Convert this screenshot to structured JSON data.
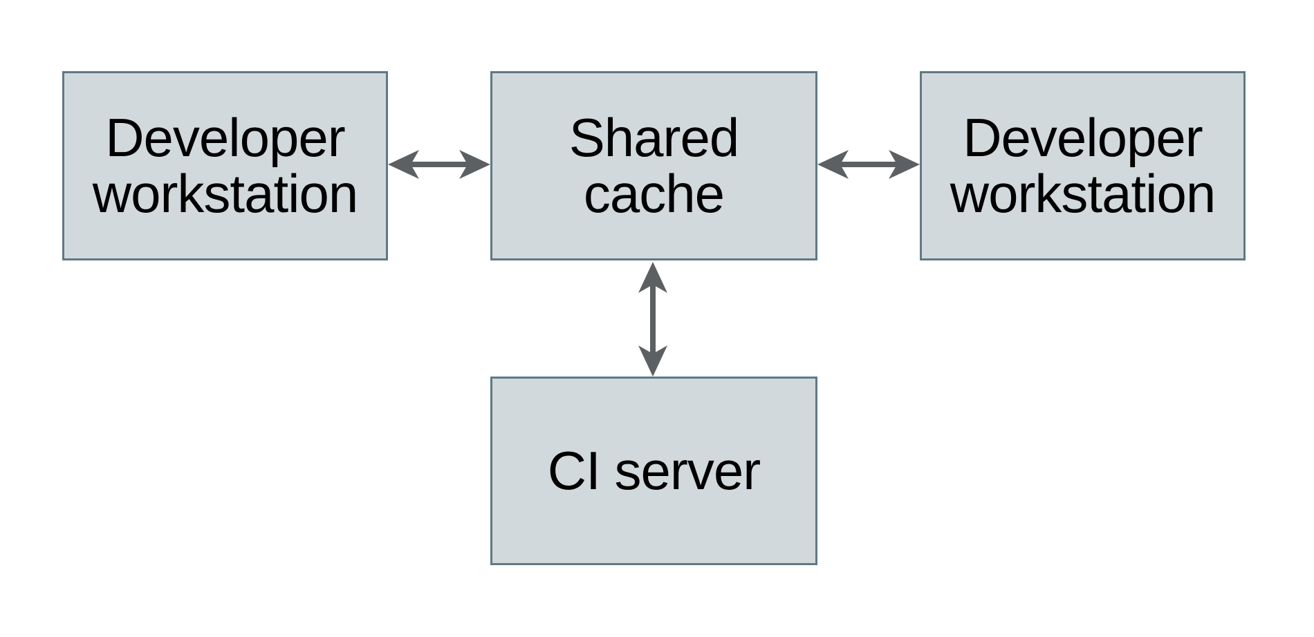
{
  "diagram": {
    "type": "architecture-diagram",
    "background": "#ffffff",
    "nodes": [
      {
        "id": "developer-workstation-left",
        "label": "Developer workstation",
        "lines": [
          "Developer",
          "workstation"
        ]
      },
      {
        "id": "shared-cache",
        "label": "Shared cache",
        "lines": [
          "Shared",
          "cache"
        ]
      },
      {
        "id": "developer-workstation-right",
        "label": "Developer workstation",
        "lines": [
          "Developer",
          "workstation"
        ]
      },
      {
        "id": "ci-server",
        "label": "CI server",
        "lines": [
          "CI server"
        ]
      }
    ],
    "edges": [
      {
        "from": "developer-workstation-left",
        "to": "shared-cache",
        "direction": "bidirectional",
        "orientation": "horizontal"
      },
      {
        "from": "shared-cache",
        "to": "developer-workstation-right",
        "direction": "bidirectional",
        "orientation": "horizontal"
      },
      {
        "from": "shared-cache",
        "to": "ci-server",
        "direction": "bidirectional",
        "orientation": "vertical"
      }
    ],
    "colors": {
      "node_fill": "#d2d9dc",
      "node_border": "#5e7985",
      "arrow": "#5d6062",
      "text": "#000000",
      "background": "#ffffff"
    }
  }
}
